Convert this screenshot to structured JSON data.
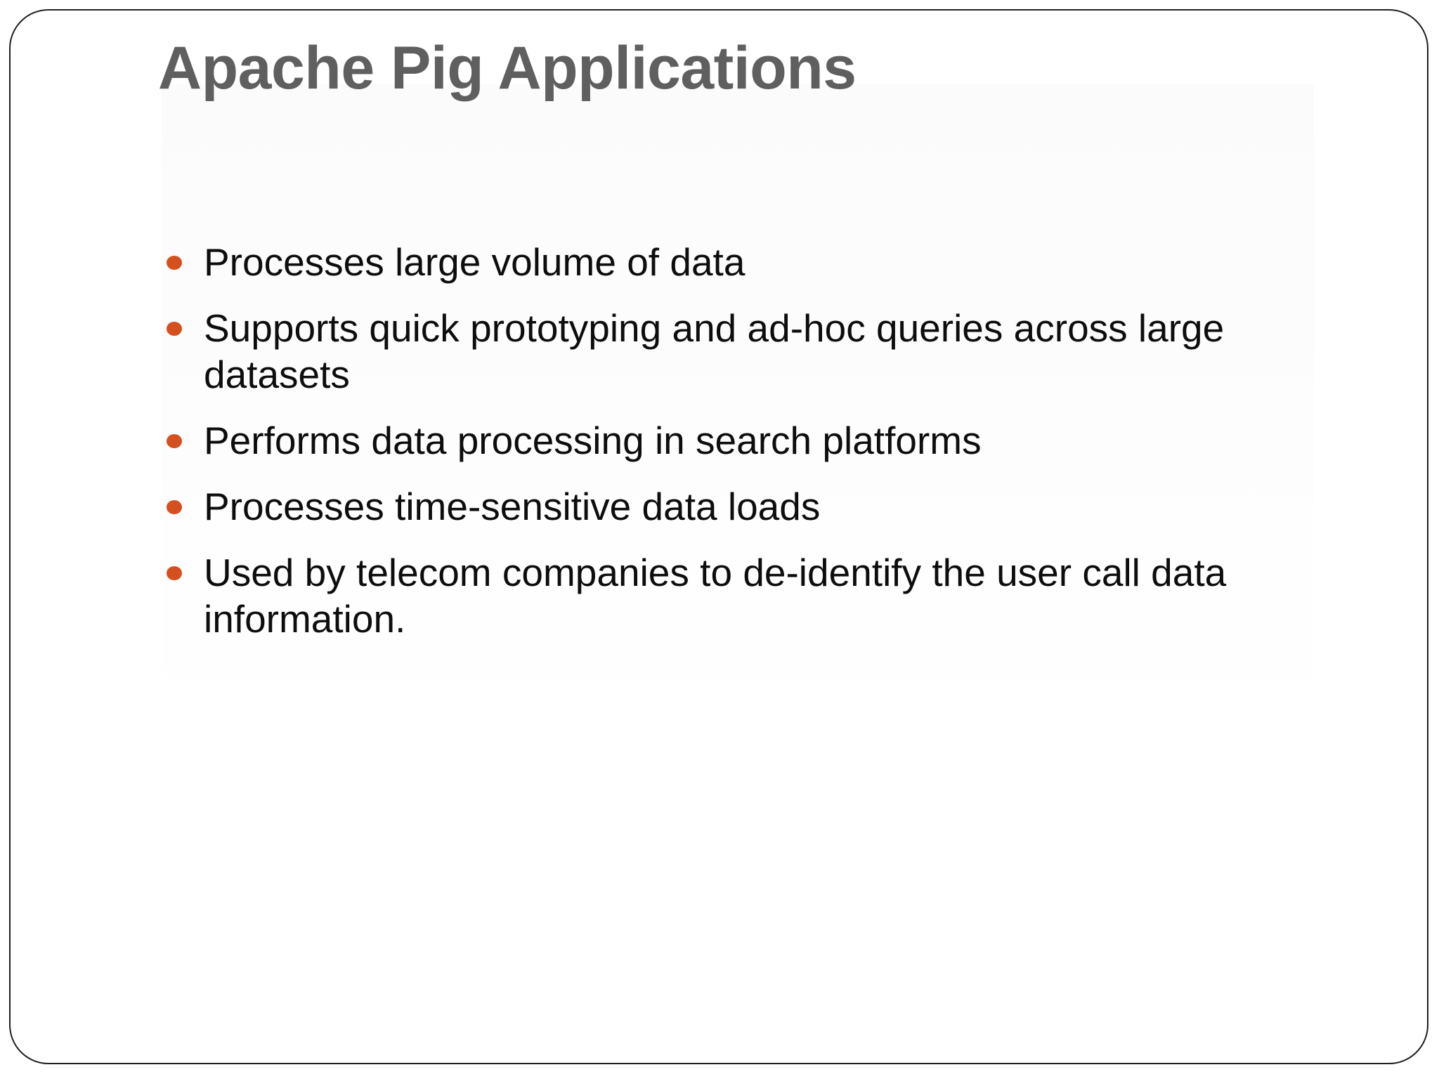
{
  "slide": {
    "title": "Apache Pig Applications",
    "title_color": "#5f5f5f",
    "background_color": "#ffffff",
    "border_color": "#231f20",
    "bullet_marker_color": "#d4501e",
    "body_text_color": "#0d0d0d",
    "bullets": [
      {
        "marker": "round-bullet-icon",
        "text": "Processes large volume of data"
      },
      {
        "marker": "round-bullet-icon",
        "text": "Supports quick prototyping and ad-hoc queries across large datasets"
      },
      {
        "marker": "round-bullet-icon",
        "text": "Performs data processing in search platforms"
      },
      {
        "marker": "round-bullet-icon",
        "text": "Processes time-sensitive data loads"
      },
      {
        "marker": "round-bullet-icon",
        "text": "Used by telecom companies to de-identify the user call data information."
      }
    ]
  }
}
